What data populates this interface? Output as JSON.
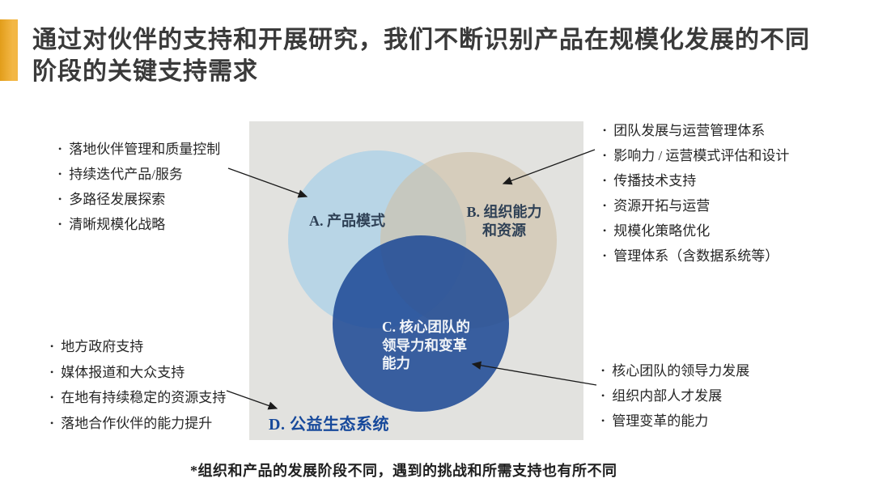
{
  "title": {
    "line1": "通过对伙伴的支持和开展研究，我们不断识别产品在规模化发展的不同",
    "line2": "阶段的关键支持需求"
  },
  "lists": {
    "bullet_glyph": "•",
    "top_left": {
      "items": [
        "落地伙伴管理和质量控制",
        "持续迭代产品/服务",
        "多路径发展探索",
        "清晰规模化战略"
      ]
    },
    "top_right": {
      "items": [
        "团队发展与运营管理体系",
        "影响力 / 运营模式评估和设计",
        "传播技术支持",
        "资源开拓与运营",
        "规模化策略优化",
        "管理体系（含数据系统等）"
      ]
    },
    "bottom_left": {
      "items": [
        "地方政府支持",
        "媒体报道和大众支持",
        "在地有持续稳定的资源支持",
        "落地合作伙伴的能力提升"
      ]
    },
    "bottom_right": {
      "items": [
        "核心团队的领导力发展",
        "组织内部人才发展",
        "管理变革的能力"
      ]
    }
  },
  "diagram": {
    "circle_a_label": "A. 产品模式",
    "circle_b_lines": [
      "B. 组织能力",
      "和资源"
    ],
    "circle_c_lines": [
      "C. 核心团队的",
      "领导力和变革",
      "能力"
    ],
    "box_label": "D. 公益生态系统",
    "colors": {
      "accent_orange": "#F0A71C",
      "box_background": "#E2E2DF",
      "circle_a_blue": "#B9D5E6",
      "circle_b_tan": "#D5CDBC",
      "circle_c_dark_blue": "#3B61A4",
      "d_label_blue": "#17499B"
    }
  },
  "footnote": "*组织和产品的发展阶段不同，遇到的挑战和所需支持也有所不同"
}
